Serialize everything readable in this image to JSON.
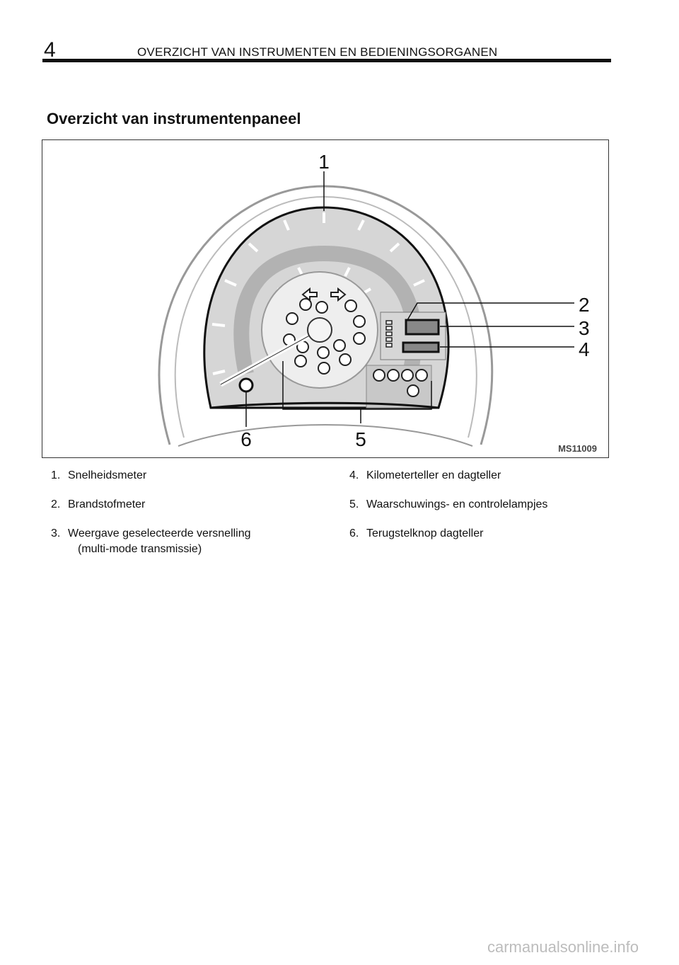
{
  "header": {
    "page_number": "4",
    "title": "OVERZICHT VAN INSTRUMENTEN EN BEDIENINGSORGANEN"
  },
  "section_title": "Overzicht van instrumentenpaneel",
  "figure": {
    "callouts": [
      "1",
      "2",
      "3",
      "4",
      "5",
      "6"
    ],
    "code": "MS11009"
  },
  "legend": {
    "left": [
      {
        "num": "1.",
        "text": "Snelheidsmeter"
      },
      {
        "num": "2.",
        "text": "Brandstofmeter"
      },
      {
        "num": "3.",
        "text": "Weergave geselecteerde versnelling",
        "text2": "(multi-mode transmissie)"
      }
    ],
    "right": [
      {
        "num": "4.",
        "text": "Kilometerteller en dagteller"
      },
      {
        "num": "5.",
        "text": "Waarschuwings- en controlelampjes"
      },
      {
        "num": "6.",
        "text": "Terugstelknop dagteller"
      }
    ]
  },
  "watermark": "carmanualsonline.info"
}
